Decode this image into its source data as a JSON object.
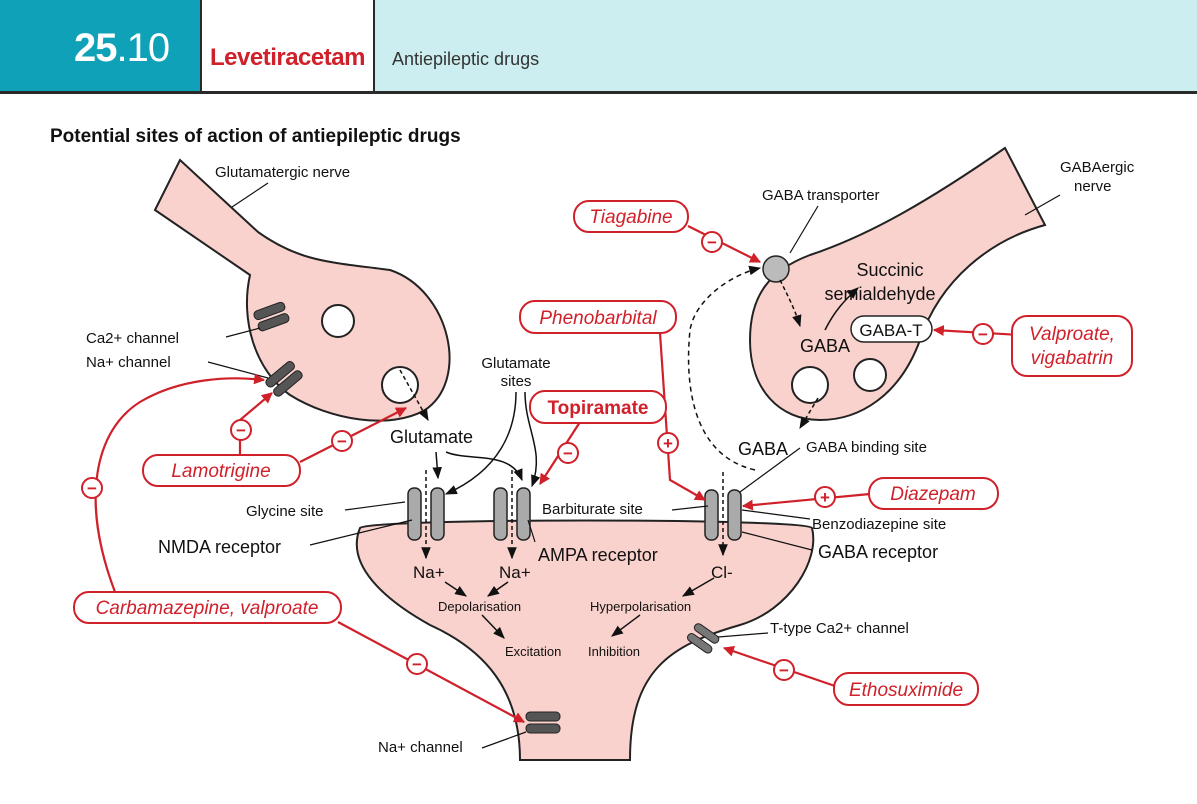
{
  "header": {
    "chapter": "25",
    "section": ".10",
    "title": "Levetiracetam",
    "subtitle": "Antiepileptic drugs"
  },
  "figure_title": "Potential sites of action of antiepileptic drugs",
  "colors": {
    "header_teal": "#0fa1b8",
    "header_light": "#cdeef0",
    "drug_red": "#d0202a",
    "cell_fill": "#f9d2cd",
    "channel_grey": "#555555"
  },
  "labels": {
    "glutamatergic_nerve": "Glutamatergic nerve",
    "gabaergic_nerve_1": "GABAergic",
    "gabaergic_nerve_2": "nerve",
    "ca_channel": "Ca2+ channel",
    "na_channel": "Na+ channel",
    "na_channel_post": "Na+ channel",
    "glutamate": "Glutamate",
    "glutamate_sites_1": "Glutamate",
    "glutamate_sites_2": "sites",
    "glycine_site": "Glycine site",
    "nmda_receptor": "NMDA receptor",
    "ampa_receptor": "AMPA receptor",
    "barbiturate_site": "Barbiturate site",
    "benzodiazepine_site": "Benzodiazepine site",
    "gaba_receptor": "GABA receptor",
    "gaba_binding_site": "GABA binding site",
    "gaba_transporter": "GABA transporter",
    "succinic_1": "Succinic",
    "succinic_2": "semialdehyde",
    "gaba_t": "GABA-T",
    "gaba_upper": "GABA",
    "gaba_lower": "GABA",
    "na_ion_1": "Na+",
    "na_ion_2": "Na+",
    "cl_ion": "Cl-",
    "depolarisation": "Depolarisation",
    "hyperpolarisation": "Hyperpolarisation",
    "excitation": "Excitation",
    "inhibition": "Inhibition",
    "t_type_channel": "T-type Ca2+ channel"
  },
  "drugs": {
    "tiagabine": "Tiagabine",
    "phenobarbital": "Phenobarbital",
    "topiramate": "Topiramate",
    "valproate_1": "Valproate,",
    "valproate_2": "vigabatrin",
    "lamotrigine": "Lamotrigine",
    "diazepam": "Diazepam",
    "carbamazepine": "Carbamazepine, valproate",
    "ethosuximide": "Ethosuximide"
  },
  "signs": {
    "inhibit": "−",
    "enhance": "+"
  }
}
